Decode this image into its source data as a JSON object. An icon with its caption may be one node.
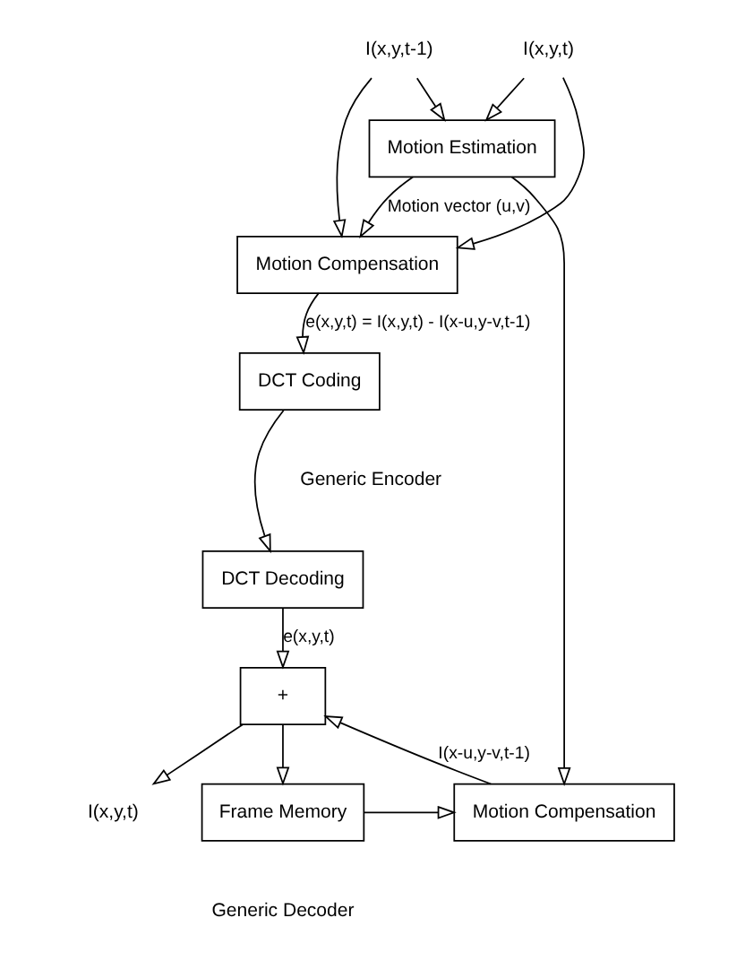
{
  "diagram": {
    "nodes": [
      {
        "text": [
          "I(x,y,t-1)"
        ]
      },
      {
        "text": [
          "I(x,y,t)"
        ]
      },
      {
        "text": [
          "Motion Estimation"
        ]
      },
      {
        "text": [
          "Motion Compensation"
        ]
      },
      {
        "text": [
          "DCT Coding"
        ]
      },
      {
        "text": [
          "DCT Decoding"
        ]
      },
      {
        "text": [
          "+"
        ]
      },
      {
        "text": [
          "Frame Memory"
        ]
      },
      {
        "text": [
          "Motion Compensation"
        ]
      },
      {
        "text": [
          "I(x,y,t)"
        ]
      }
    ],
    "edges": [
      {
        "from": 0,
        "to": 2,
        "arrow": "to"
      },
      {
        "from": 1,
        "to": 2,
        "arrow": "to"
      },
      {
        "from": 1,
        "to": 3,
        "arrow": "to"
      },
      {
        "from": 0,
        "to": 3,
        "arrow": "to"
      },
      {
        "from": 2,
        "to": 3,
        "arrow": "to",
        "label": "Motion vector (u,v)"
      },
      {
        "from": 2,
        "to": 8,
        "arrow": "to"
      },
      {
        "from": 3,
        "to": 4,
        "arrow": "to",
        "label": "e(x,y,t) = I(x,y,t) - I(x-u,y-v,t-1)"
      },
      {
        "from": 4,
        "to": 5,
        "arrow": "to"
      },
      {
        "from": 5,
        "to": 6,
        "arrow": "to",
        "label": "e(x,y,t)"
      },
      {
        "from": 8,
        "to": 6,
        "arrow": "to",
        "label": "I(x-u,y-v,t-1)"
      },
      {
        "from": 6,
        "to": 9,
        "arrow": "to"
      },
      {
        "from": 6,
        "to": 7,
        "arrow": "to"
      },
      {
        "from": 7,
        "to": 8,
        "arrow": "to"
      }
    ],
    "labels": [
      "Generic Encoder",
      "Generic Decoder"
    ]
  }
}
